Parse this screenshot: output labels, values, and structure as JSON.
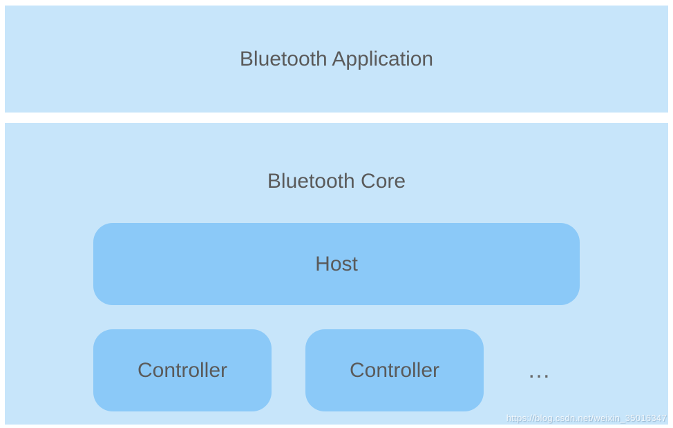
{
  "diagram": {
    "application_label": "Bluetooth Application",
    "core_label": "Bluetooth Core",
    "host_label": "Host",
    "controllers": [
      {
        "label": "Controller"
      },
      {
        "label": "Controller"
      }
    ],
    "more_label": "…"
  },
  "watermark": {
    "text": "https://blog.csdn.net/weixin_35016347"
  },
  "colors": {
    "outer_block": "#c7e5fa",
    "inner_block": "#8bc9f8",
    "label_text": "#5a5a5a",
    "background": "#ffffff"
  }
}
